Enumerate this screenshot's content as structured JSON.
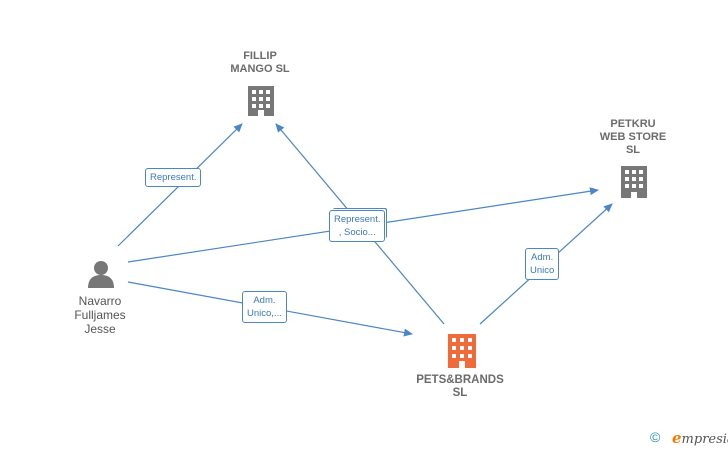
{
  "nodes": {
    "fillip": {
      "label": "FILLIP\nMANGO  SL",
      "icon": "building-icon",
      "color": "#777777"
    },
    "petkru": {
      "label": "PETKRU\nWEB STORE\nSL",
      "icon": "building-icon",
      "color": "#777777"
    },
    "pets": {
      "label": "PETS&BRANDS\nSL",
      "icon": "building-icon",
      "color": "#f06a3a"
    },
    "person": {
      "label": "Navarro\nFulljames\nJesse",
      "icon": "person-icon",
      "color": "#777777"
    }
  },
  "edges": {
    "represent": "Represent.",
    "represent_socio": "Represent.\n, Socio...",
    "adm_unico_multi": "Adm.\nUnico,...",
    "adm_unico": "Adm.\nUnico"
  },
  "footer": {
    "copyright": "©",
    "brand_initial": "e",
    "brand_rest": "mpresia"
  },
  "colors": {
    "edge": "#4a86c8",
    "building": "#777777",
    "highlight": "#f06a3a"
  }
}
